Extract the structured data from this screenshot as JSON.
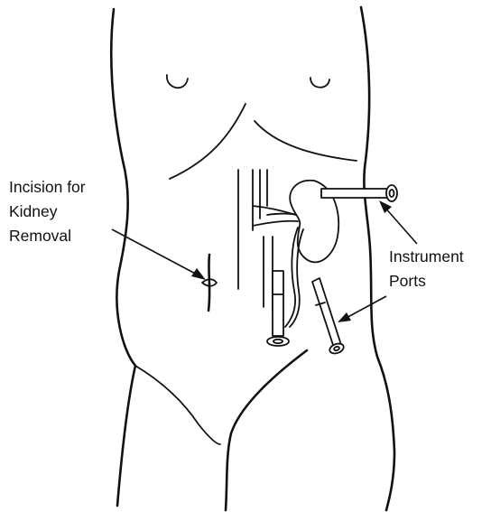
{
  "labels": {
    "incision_line1": "Incision for",
    "incision_line2": "Kidney",
    "incision_line3": "Removal",
    "ports_line1": "Instrument",
    "ports_line2": "Ports"
  }
}
